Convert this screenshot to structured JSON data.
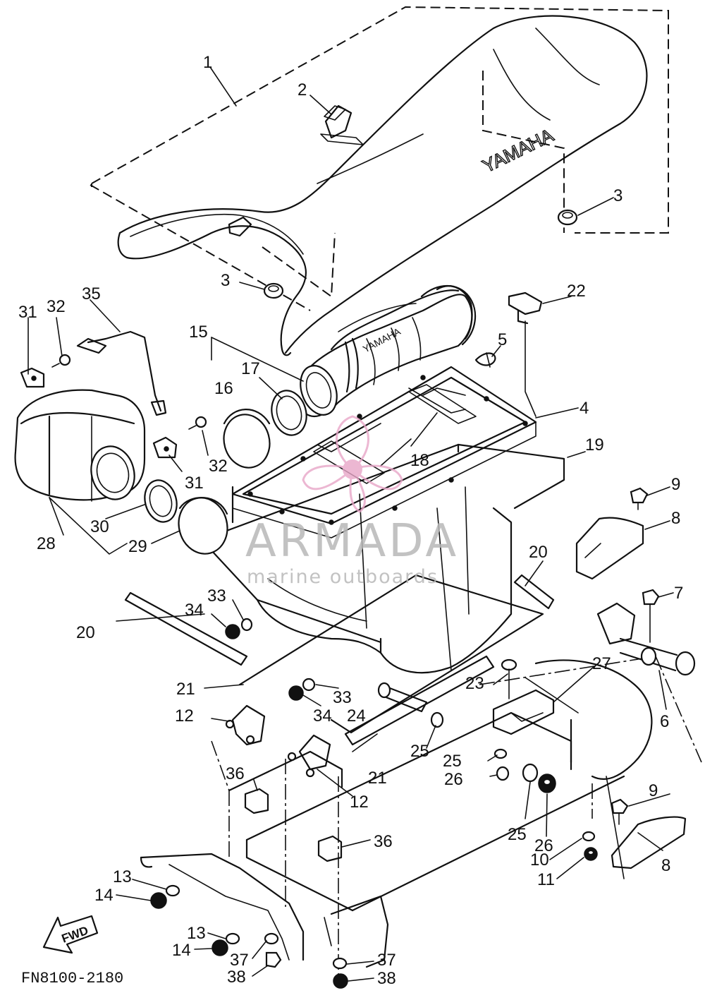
{
  "diagram": {
    "drawing_id": "FN8100-2180",
    "seat_brand": "YAMAHA",
    "duct_brand": "YAMAHA",
    "fwd_label": "FWD",
    "watermark": {
      "title": "ARMADA",
      "subtitle": "marine outboards",
      "logo_color": "#e8a6c8"
    },
    "callouts": [
      {
        "id": "c1",
        "text": "1"
      },
      {
        "id": "c2",
        "text": "2"
      },
      {
        "id": "c3a",
        "text": "3"
      },
      {
        "id": "c3b",
        "text": "3"
      },
      {
        "id": "c4",
        "text": "4"
      },
      {
        "id": "c5",
        "text": "5"
      },
      {
        "id": "c6",
        "text": "6"
      },
      {
        "id": "c7",
        "text": "7"
      },
      {
        "id": "c8a",
        "text": "8"
      },
      {
        "id": "c8b",
        "text": "8"
      },
      {
        "id": "c9a",
        "text": "9"
      },
      {
        "id": "c9b",
        "text": "9"
      },
      {
        "id": "c10",
        "text": "10"
      },
      {
        "id": "c11",
        "text": "11"
      },
      {
        "id": "c12a",
        "text": "12"
      },
      {
        "id": "c12b",
        "text": "12"
      },
      {
        "id": "c13a",
        "text": "13"
      },
      {
        "id": "c13b",
        "text": "13"
      },
      {
        "id": "c14a",
        "text": "14"
      },
      {
        "id": "c14b",
        "text": "14"
      },
      {
        "id": "c15",
        "text": "15"
      },
      {
        "id": "c16",
        "text": "16"
      },
      {
        "id": "c17",
        "text": "17"
      },
      {
        "id": "c18",
        "text": "18"
      },
      {
        "id": "c19",
        "text": "19"
      },
      {
        "id": "c20a",
        "text": "20"
      },
      {
        "id": "c20b",
        "text": "20"
      },
      {
        "id": "c21a",
        "text": "21"
      },
      {
        "id": "c21b",
        "text": "21"
      },
      {
        "id": "c22",
        "text": "22"
      },
      {
        "id": "c23",
        "text": "23"
      },
      {
        "id": "c24",
        "text": "24"
      },
      {
        "id": "c25a",
        "text": "25"
      },
      {
        "id": "c25b",
        "text": "25"
      },
      {
        "id": "c25c",
        "text": "25"
      },
      {
        "id": "c26a",
        "text": "26"
      },
      {
        "id": "c26b",
        "text": "26"
      },
      {
        "id": "c27",
        "text": "27"
      },
      {
        "id": "c28",
        "text": "28"
      },
      {
        "id": "c29",
        "text": "29"
      },
      {
        "id": "c30",
        "text": "30"
      },
      {
        "id": "c31a",
        "text": "31"
      },
      {
        "id": "c31b",
        "text": "31"
      },
      {
        "id": "c32a",
        "text": "32"
      },
      {
        "id": "c32b",
        "text": "32"
      },
      {
        "id": "c33a",
        "text": "33"
      },
      {
        "id": "c33b",
        "text": "33"
      },
      {
        "id": "c34a",
        "text": "34"
      },
      {
        "id": "c34b",
        "text": "34"
      },
      {
        "id": "c35",
        "text": "35"
      },
      {
        "id": "c36a",
        "text": "36"
      },
      {
        "id": "c36b",
        "text": "36"
      },
      {
        "id": "c37a",
        "text": "37"
      },
      {
        "id": "c37b",
        "text": "37"
      },
      {
        "id": "c38a",
        "text": "38"
      },
      {
        "id": "c38b",
        "text": "38"
      }
    ]
  }
}
